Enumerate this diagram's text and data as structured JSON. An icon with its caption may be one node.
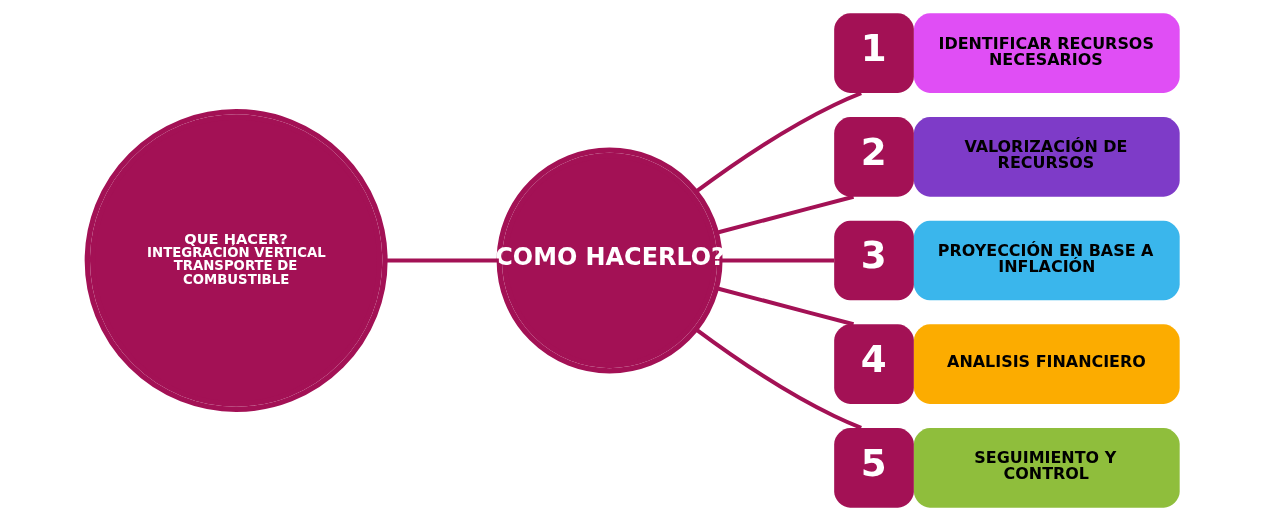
{
  "diagram": {
    "nodes": [
      {
        "text": [
          "QUE HACER?",
          "INTEGRACIÓN VERTICAL TRANSPORTE DE COMBUSTIBLE"
        ]
      },
      {
        "text": [
          "COMO HACERLO?"
        ]
      },
      {
        "text": [
          "1",
          "IDENTIFICAR RECURSOS NECESARIOS"
        ]
      },
      {
        "text": [
          "2",
          "VALORIZACIÓN DE RECURSOS"
        ]
      },
      {
        "text": [
          "3",
          "PROYECCIÓN EN BASE A INFLACIÓN"
        ]
      },
      {
        "text": [
          "4",
          "ANALISIS FINANCIERO"
        ]
      },
      {
        "text": [
          "5",
          "SEGUIMIENTO Y CONTROL"
        ]
      }
    ],
    "edges": [
      {
        "from": 0,
        "to": 1,
        "arrow": "none"
      },
      {
        "from": 1,
        "to": 2,
        "arrow": "none"
      },
      {
        "from": 1,
        "to": 3,
        "arrow": "none"
      },
      {
        "from": 1,
        "to": 4,
        "arrow": "none"
      },
      {
        "from": 1,
        "to": 5,
        "arrow": "none"
      },
      {
        "from": 1,
        "to": 6,
        "arrow": "none"
      }
    ]
  }
}
